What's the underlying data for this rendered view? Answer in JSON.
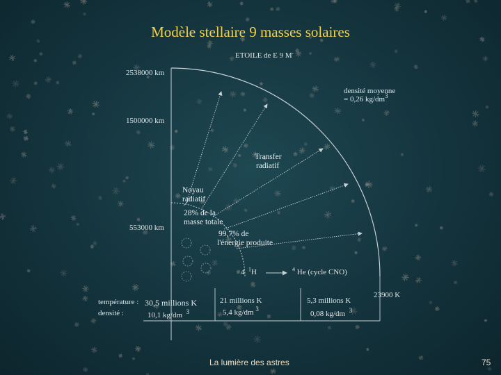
{
  "title": "Modèle stellaire 9 masses solaires",
  "star_label": "ETOILE de E 9 M",
  "radii": {
    "outer": "2538000 km",
    "middle": "1500000 km",
    "core": "553000 km",
    "edge": "23900 K"
  },
  "envelope_density": [
    "densité moyenne",
    "= 0,26 kg/dm"
  ],
  "transfer_label": [
    "Transfer",
    "radiatif"
  ],
  "core_label": [
    "Noyau",
    "radiatif"
  ],
  "mass_fraction": [
    "28% de la",
    "masse totale"
  ],
  "energy_fraction": [
    "99,7% de",
    "l'énergie produite"
  ],
  "reaction": {
    "left_coef": "4",
    "left_sup": "1",
    "left_elem": "H",
    "right_sup": "4",
    "right_elem": "He (cycle CNO)"
  },
  "rows": {
    "temperature_label": "température :",
    "density_label": "densité :"
  },
  "columns": [
    {
      "temperature": "30,5 millions K",
      "density": "10,1 kg/dm",
      "exp": "3"
    },
    {
      "temperature": "21 millions K",
      "density": "5,4 kg/dm",
      "exp": "3"
    },
    {
      "temperature": "5,3 millions K",
      "density": "0,08 kg/dm",
      "exp": "3"
    }
  ],
  "footer": {
    "caption": "La lumière des astres",
    "page": "75"
  },
  "colors": {
    "title": "#f2d24a",
    "background": "#14343d",
    "lines": "#c8d2d6"
  }
}
